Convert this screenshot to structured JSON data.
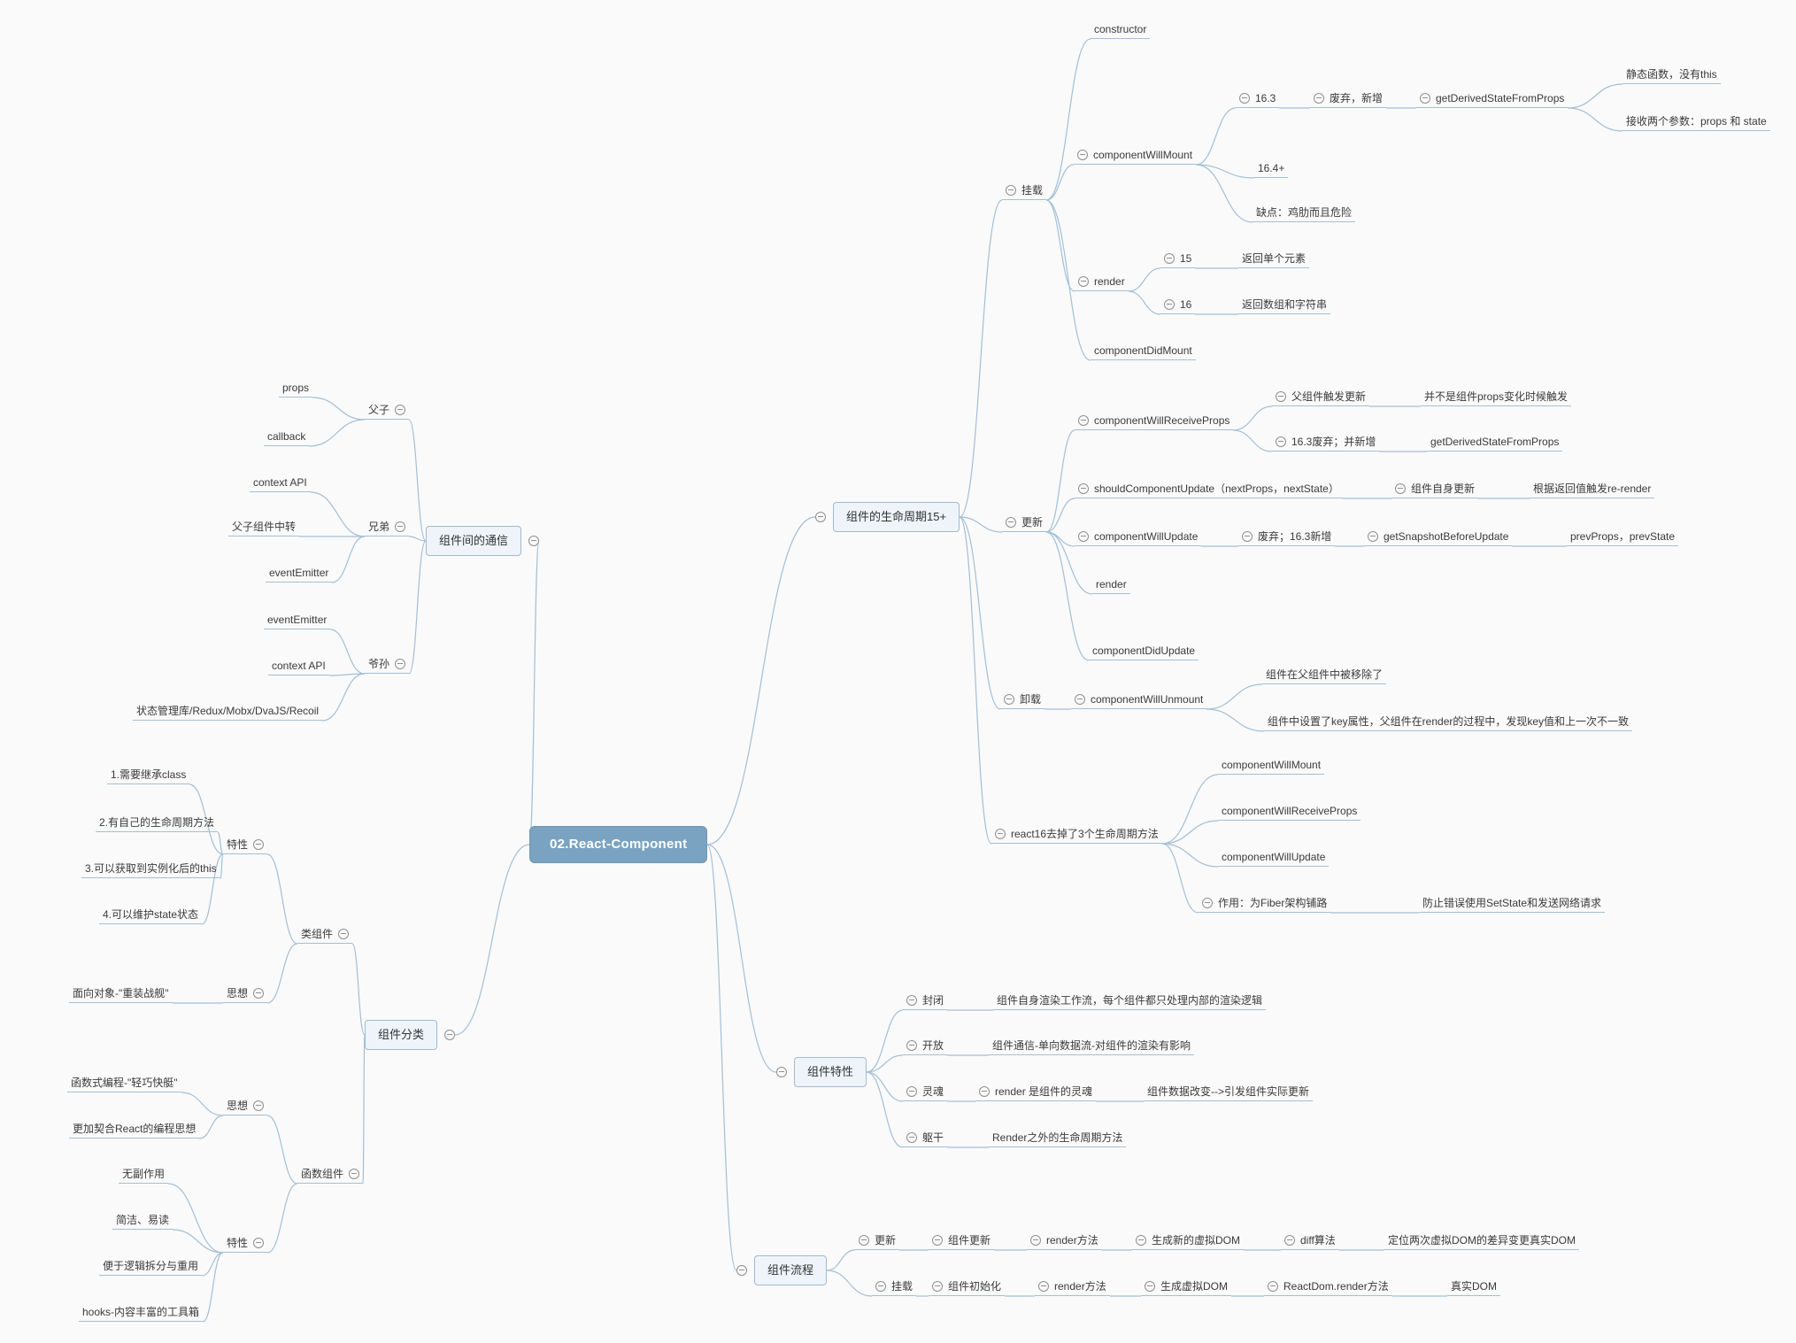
{
  "app": {
    "background": "#fafafa",
    "line_color": "#a3bfd6",
    "accent": "#7aa3c2"
  },
  "root": {
    "label": "02.React-Component"
  },
  "communication": {
    "label": "组件间的通信",
    "parent_child": {
      "label": "父子",
      "children": [
        "props",
        "callback"
      ]
    },
    "siblings": {
      "label": "兄弟",
      "children": [
        "context API",
        "父子组件中转",
        "eventEmitter"
      ]
    },
    "grandparent": {
      "label": "爷孙",
      "children": [
        "eventEmitter",
        "context API",
        "状态管理库/Redux/Mobx/DvaJS/Recoil"
      ]
    }
  },
  "lifecycle": {
    "label": "组件的生命周期15+",
    "mount": {
      "label": "挂载",
      "constructor": "constructor",
      "componentWillMount": {
        "label": "componentWillMount",
        "v163": {
          "label": "16.3",
          "deprecated_added": "废弃，新增",
          "getDerivedStateFromProps": "getDerivedStateFromProps",
          "notes": [
            "静态函数，没有this",
            "接收两个参数：props 和 state"
          ]
        },
        "v164": "16.4+",
        "drawback": "缺点：鸡肋而且危险"
      },
      "render": {
        "label": "render",
        "v15": {
          "label": "15",
          "note": "返回单个元素"
        },
        "v16": {
          "label": "16",
          "note": "返回数组和字符串"
        }
      },
      "componentDidMount": "componentDidMount"
    },
    "update": {
      "label": "更新",
      "componentWillReceiveProps": {
        "label": "componentWillReceiveProps",
        "trigger": {
          "label": "父组件触发更新",
          "note": "并不是组件props变化时候触发"
        },
        "deprecated": {
          "label": "16.3废弃；并新增",
          "note": "getDerivedStateFromProps"
        }
      },
      "shouldComponentUpdate": {
        "label": "shouldComponentUpdate（nextProps，nextState）",
        "self_update": {
          "label": "组件自身更新",
          "note": "根据返回值触发re-render"
        }
      },
      "componentWillUpdate": {
        "label": "componentWillUpdate",
        "deprecated": {
          "label": "废弃；16.3新增",
          "getSnapshotBeforeUpdate": {
            "label": "getSnapshotBeforeUpdate",
            "note": "prevProps，prevState"
          }
        }
      },
      "render": "render",
      "componentDidUpdate": "componentDidUpdate"
    },
    "unmount": {
      "label": "卸载",
      "componentWillUnmount": {
        "label": "componentWillUnmount",
        "reasons": [
          "组件在父组件中被移除了",
          "组件中设置了key属性，父组件在render的过程中，发现key值和上一次不一致"
        ]
      }
    },
    "react16_removed": {
      "label": "react16去掉了3个生命周期方法",
      "methods": [
        "componentWillMount",
        "componentWillReceiveProps",
        "componentWillUpdate"
      ],
      "purpose": {
        "label": "作用：为Fiber架构铺路",
        "note": "防止错误使用SetState和发送网络请求"
      }
    }
  },
  "classification": {
    "label": "组件分类",
    "class_component": {
      "label": "类组件",
      "traits": {
        "label": "特性",
        "items": [
          "1.需要继承class",
          "2.有自己的生命周期方法",
          "3.可以获取到实例化后的this",
          "4.可以维护state状态"
        ]
      },
      "idea": {
        "label": "思想",
        "items": [
          "面向对象-\"重装战舰\""
        ]
      }
    },
    "function_component": {
      "label": "函数组件",
      "idea": {
        "label": "思想",
        "items": [
          "函数式编程-\"轻巧快艇\"",
          "更加契合React的编程思想"
        ]
      },
      "traits": {
        "label": "特性",
        "items": [
          "无副作用",
          "简洁、易读",
          "便于逻辑拆分与重用",
          "hooks-内容丰富的工具箱"
        ]
      }
    }
  },
  "features": {
    "label": "组件特性",
    "closed": {
      "label": "封闭",
      "note": "组件自身渲染工作流，每个组件都只处理内部的渲染逻辑"
    },
    "open": {
      "label": "开放",
      "note": "组件通信-单向数据流-对组件的渲染有影响"
    },
    "soul": {
      "label": "灵魂",
      "render_soul": {
        "label": "render 是组件的灵魂",
        "note": "组件数据改变-->引发组件实际更新"
      }
    },
    "trunk": {
      "label": "躯干",
      "note": "Render之外的生命周期方法"
    }
  },
  "flow": {
    "label": "组件流程",
    "update": {
      "label": "更新",
      "steps": [
        "组件更新",
        "render方法",
        "生成新的虚拟DOM",
        "diff算法",
        "定位两次虚拟DOM的差异变更真实DOM"
      ]
    },
    "mount": {
      "label": "挂载",
      "steps": [
        "组件初始化",
        "render方法",
        "生成虚拟DOM",
        "ReactDom.render方法",
        "真实DOM"
      ]
    }
  }
}
